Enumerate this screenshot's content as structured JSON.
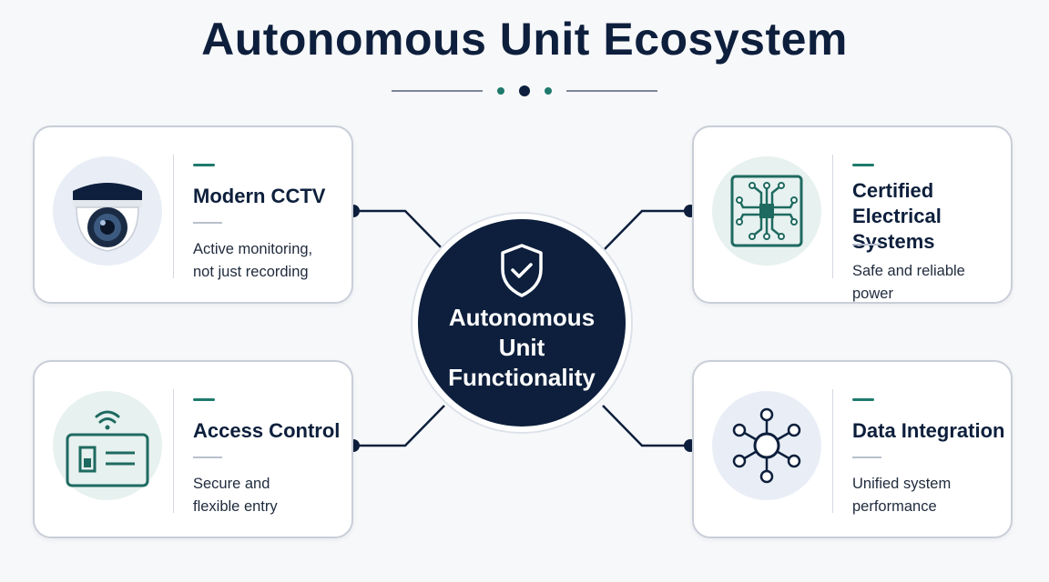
{
  "title": "Autonomous Unit Ecosystem",
  "hub": {
    "lines": [
      "Autonomous",
      "Unit",
      "Functionality"
    ],
    "icon": "shield-check-icon"
  },
  "cards": {
    "cctv": {
      "heading": "Modern CCTV",
      "description": [
        "Active monitoring,",
        "not just recording"
      ],
      "icon": "cctv-camera-icon"
    },
    "electrical": {
      "heading": [
        "Certified",
        "Electrical Systems"
      ],
      "description": [
        "Safe and reliable power"
      ],
      "icon": "circuit-chip-icon"
    },
    "access": {
      "heading": "Access Control",
      "description": [
        "Secure and",
        "flexible entry"
      ],
      "icon": "access-card-icon"
    },
    "data": {
      "heading": "Data Integration",
      "description": [
        "Unified system",
        "performance"
      ],
      "icon": "network-hub-icon"
    }
  },
  "colors": {
    "navy": "#0d1f3c",
    "teal": "#1e7a6c",
    "card_border": "#c9ced8",
    "background": "#f7f8fa"
  }
}
